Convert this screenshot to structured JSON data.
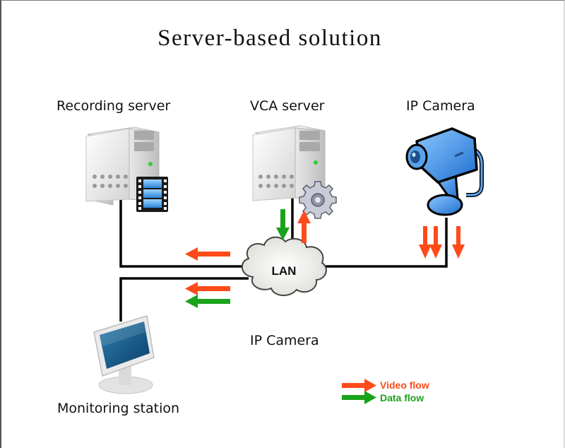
{
  "title": "Server-based solution",
  "nodes": {
    "recording_server": {
      "label": "Recording server",
      "icon": "server-with-film-icon"
    },
    "vca_server": {
      "label": "VCA server",
      "icon": "server-with-gear-icon"
    },
    "ip_camera": {
      "label": "IP Camera",
      "icon": "ip-camera-icon"
    },
    "monitoring_station": {
      "label": "Monitoring station",
      "icon": "monitor-icon"
    },
    "lan": {
      "label": "LAN",
      "icon": "cloud-icon"
    },
    "center_label": "IP Camera"
  },
  "legend": {
    "items": [
      {
        "label": "Video flow",
        "color": "#ff4a1a"
      },
      {
        "label": "Data flow",
        "color": "#1aa31a"
      }
    ]
  },
  "colors": {
    "video": "#ff4a1a",
    "data": "#1aa31a",
    "line": "#000000"
  }
}
